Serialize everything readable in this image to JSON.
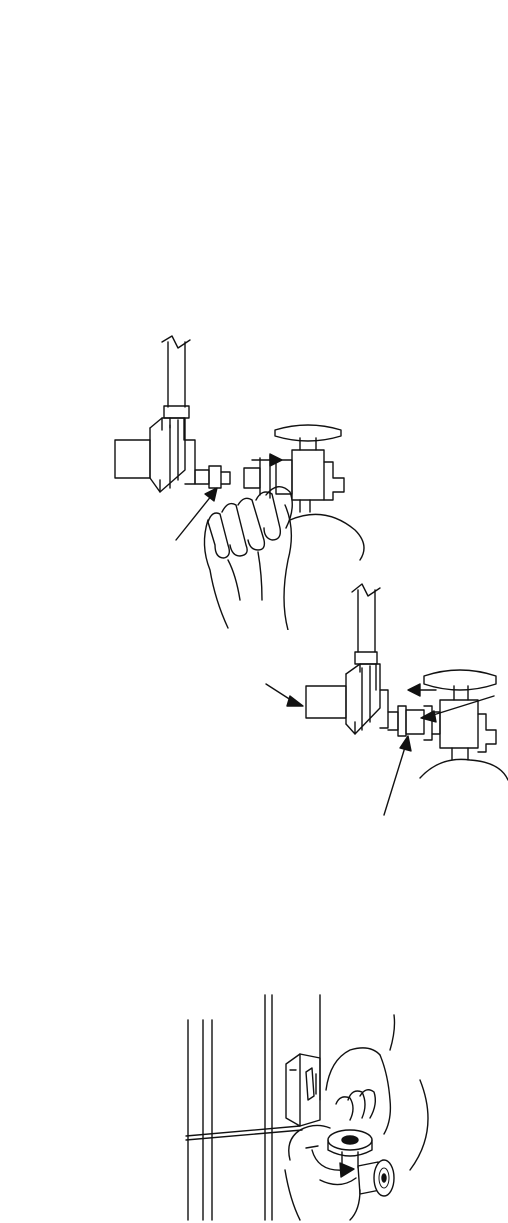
{
  "figures": [
    {
      "id": "fig-disconnect",
      "subject": "regulator-to-cylinder-valve-disconnect-by-hand"
    },
    {
      "id": "fig-connected",
      "subject": "regulator-connected-to-cylinder-valve"
    },
    {
      "id": "fig-cylinder-mount",
      "subject": "cylinder-valve-on-mounted-tank"
    }
  ],
  "colors": {
    "line": "#111111",
    "background": "#ffffff"
  }
}
